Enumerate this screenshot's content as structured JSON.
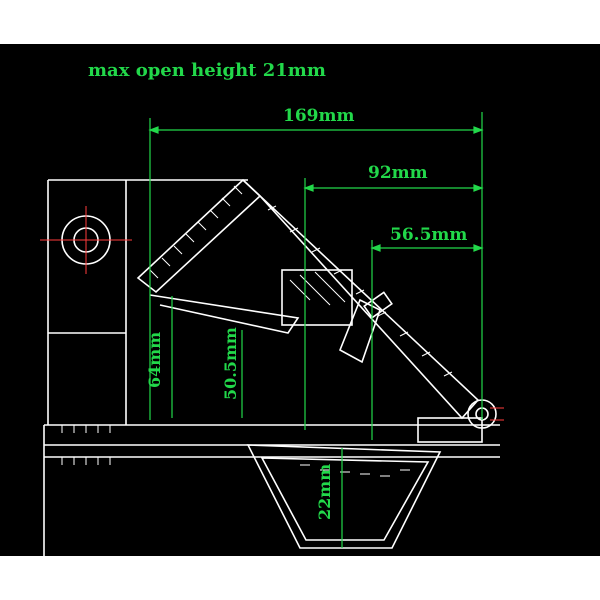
{
  "drawing": {
    "title": "max open height 21mm",
    "dimensions": {
      "overall_width": "169mm",
      "upper_width": "92mm",
      "inner_width": "56.5mm",
      "height_outer": "64mm",
      "height_inner": "50.5mm",
      "tray_depth": "22mm"
    }
  },
  "colors": {
    "background": "#000000",
    "page": "#ffffff",
    "outline": "#ffffff",
    "dimension": "#22d84a",
    "centerline": "#ff3b3b"
  }
}
